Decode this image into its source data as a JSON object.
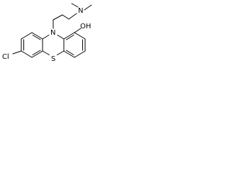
{
  "molecule": {
    "atoms": {
      "cl": "Cl",
      "ring_n": "N",
      "s": "S",
      "oh": "OH",
      "amine_n": "N"
    }
  },
  "colors": {
    "bond": "#000000",
    "text": "#000000",
    "background": "#ffffff"
  }
}
